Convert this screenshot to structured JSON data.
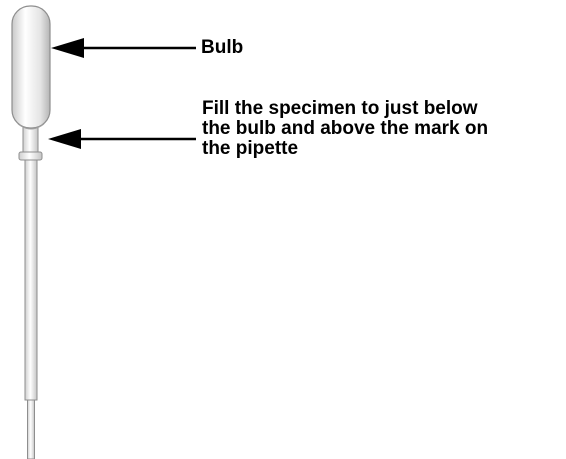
{
  "labels": {
    "bulb": "Bulb",
    "fill_instruction": [
      "Fill the specimen to just below",
      "the bulb and above the mark on",
      "the pipette"
    ]
  },
  "colors": {
    "arrow": "#000000",
    "bulb_highlight": "#ffffff",
    "bulb_shadow": "#b9b9b9",
    "outline": "#8e8e8e"
  },
  "icons": {
    "pipette": "pipette-icon"
  }
}
